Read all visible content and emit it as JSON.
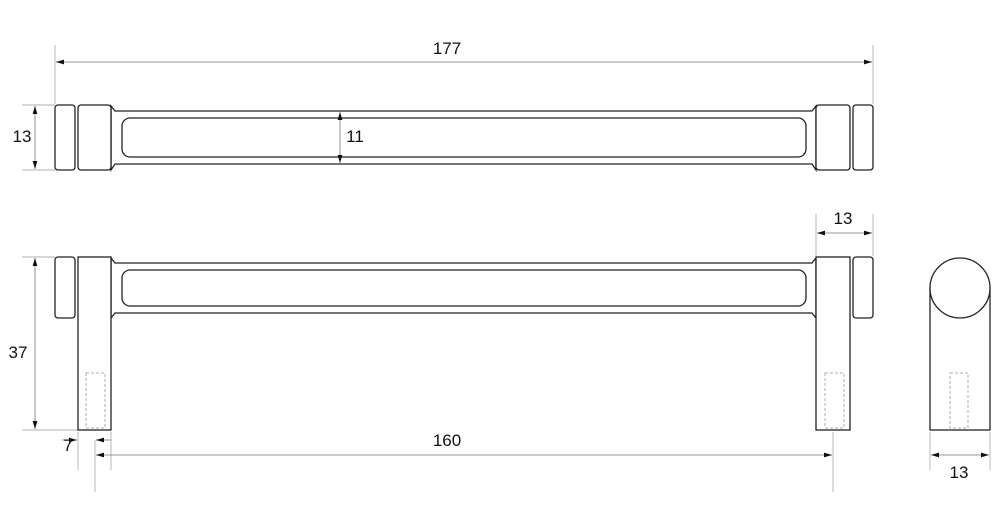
{
  "dimensions": {
    "overall_length": "177",
    "end_height": "13",
    "bar_height": "11",
    "leg_width_top": "13",
    "projection": "37",
    "leg_thickness": "7",
    "center_distance": "160",
    "end_view_width": "13"
  },
  "colors": {
    "outline": "#222222",
    "dimension": "#999999"
  }
}
